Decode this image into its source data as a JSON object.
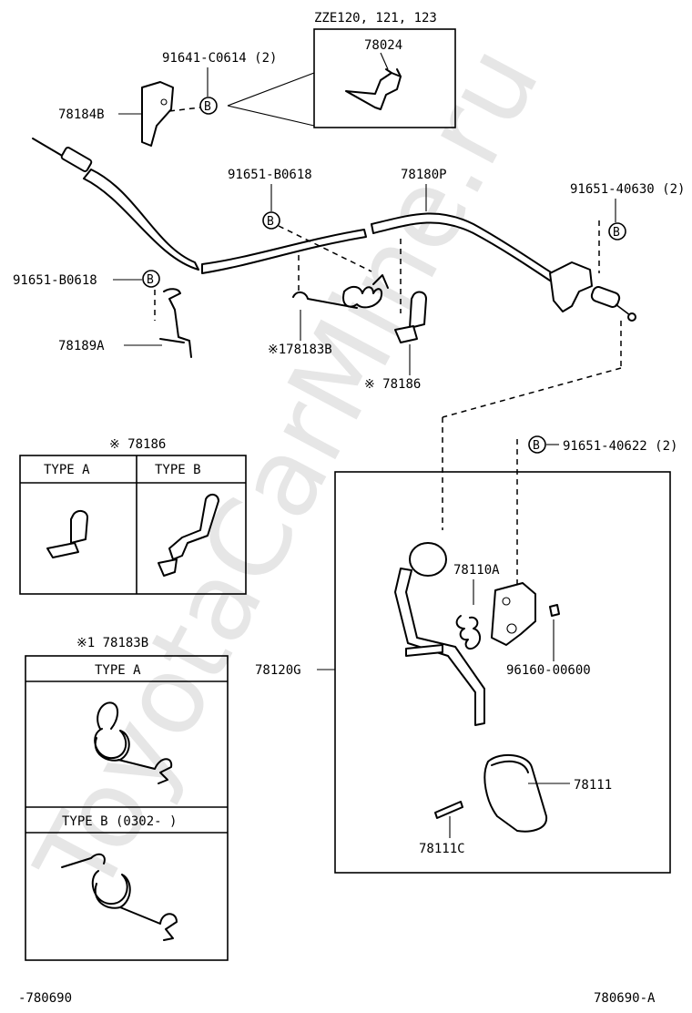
{
  "watermark": "ToyotaCarMine.ru",
  "inset": {
    "model": "ZZE120, 121, 123",
    "part": "78024"
  },
  "labels": {
    "p91641": "91641-C0614 (2)",
    "p78184B": "78184B",
    "p91651_top": "91651-B0618",
    "p78180P": "78180P",
    "p91651_40630": "91651-40630 (2)",
    "p91651_left": "91651-B0618",
    "p78189A": "78189A",
    "p178183B": "※178183B",
    "p78186": "※ 78186",
    "p91651_40622": "91651-40622 (2)",
    "p78110A": "78110A",
    "p78120G": "78120G",
    "p96160": "96160-00600",
    "p78111": "78111",
    "p78111C": "78111C",
    "bolt_b": "B"
  },
  "table_78186": {
    "title": "※ 78186",
    "col_a": "TYPE  A",
    "col_b": "TYPE  B"
  },
  "table_178183B": {
    "title": "※1 78183B",
    "type_a": "TYPE A",
    "type_b": "TYPE B (0302-      )"
  },
  "footer": {
    "left": "-780690",
    "right": "780690-A"
  }
}
